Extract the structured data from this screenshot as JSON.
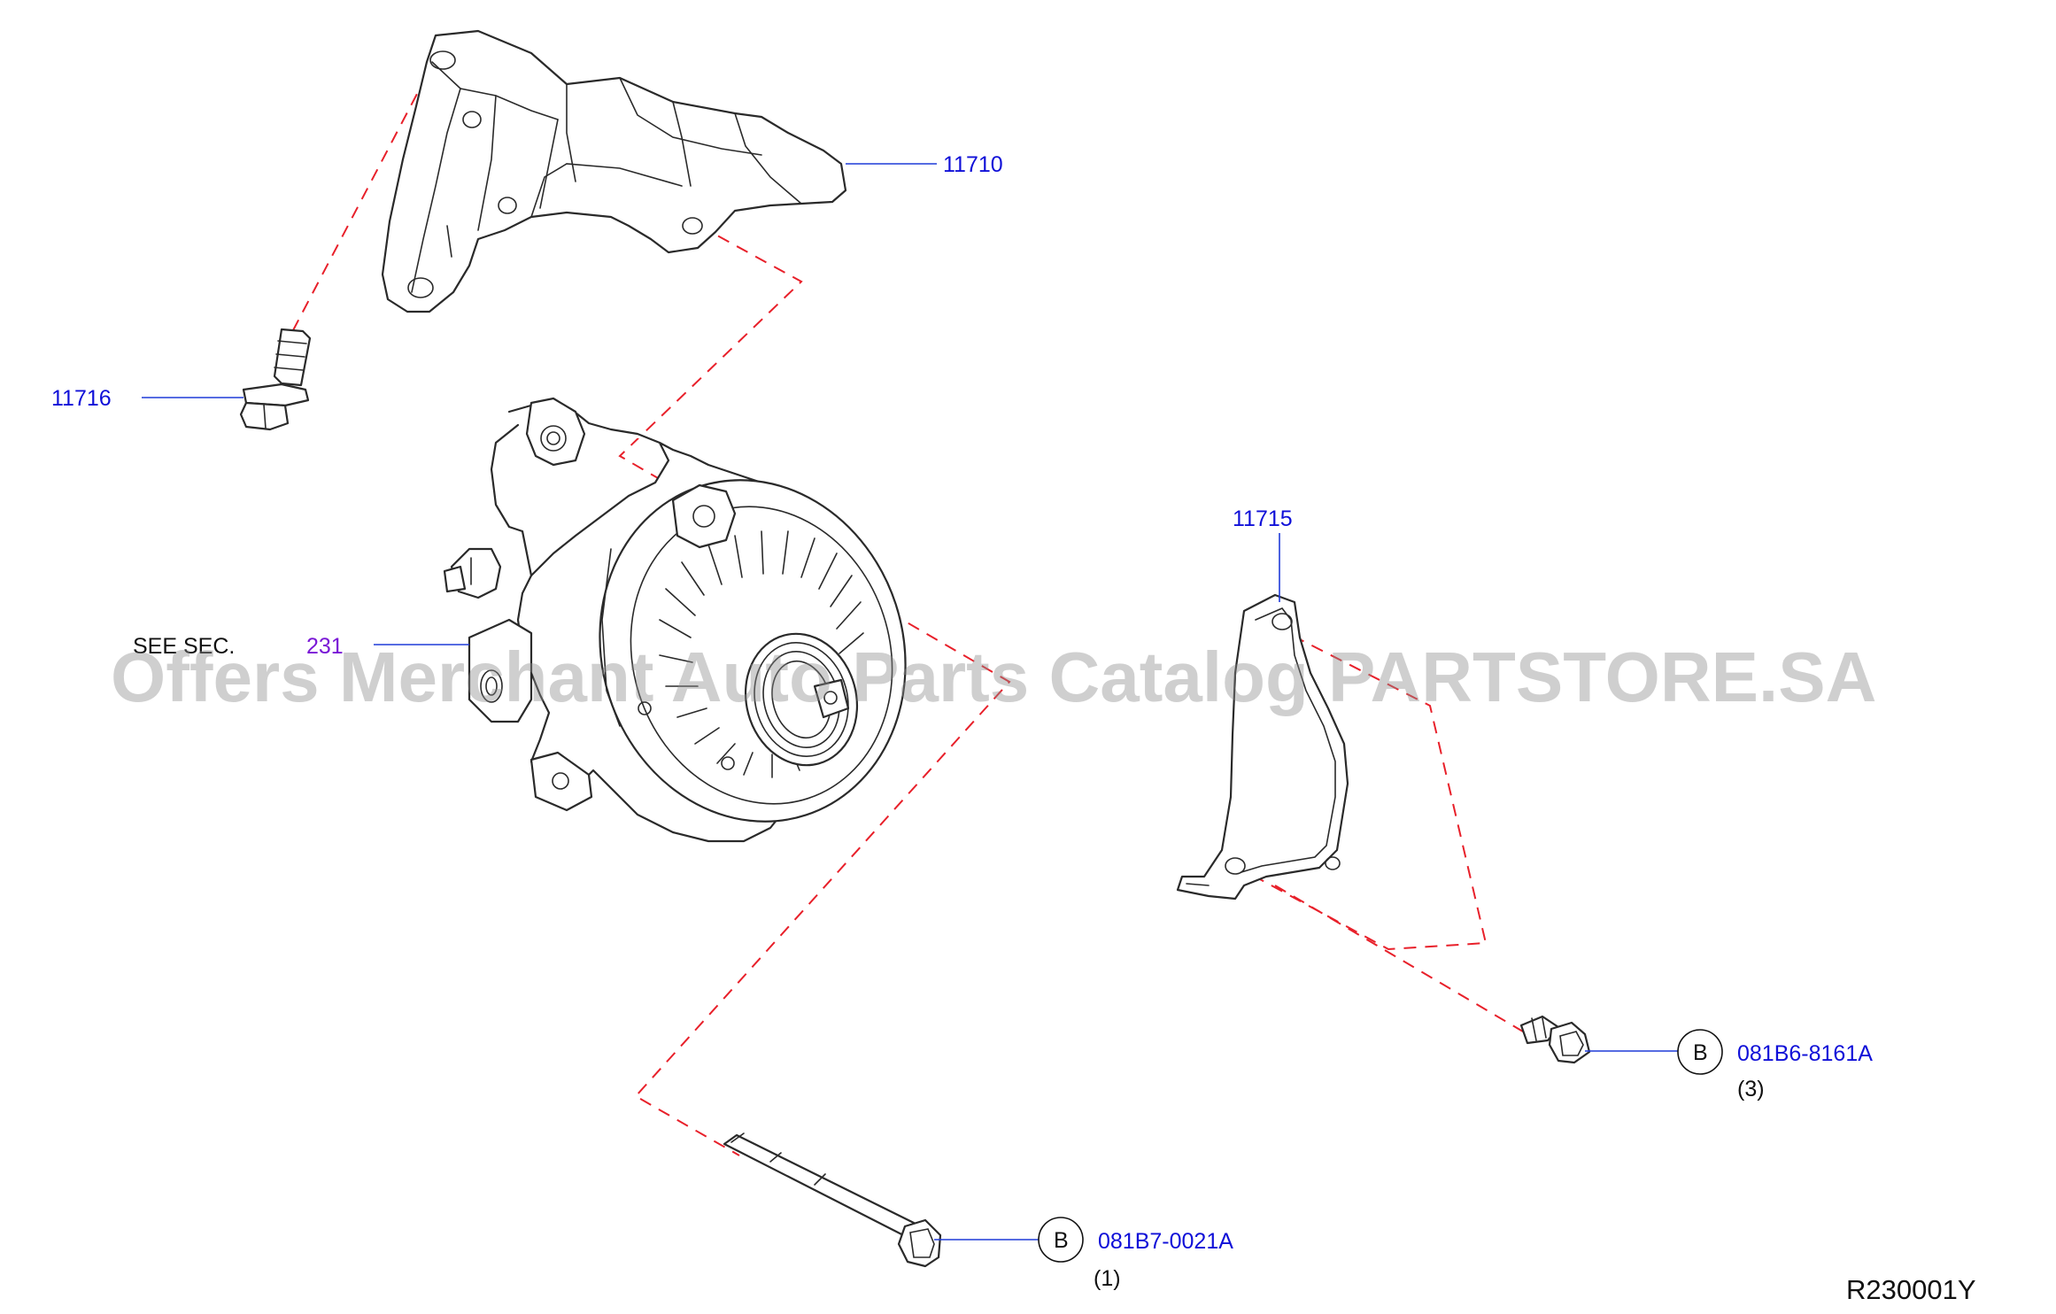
{
  "callouts": {
    "bracket": "11710",
    "bolt_top": "11716",
    "plate": "11715",
    "see_sec_text": "SEE  SEC.",
    "see_sec_num": "231",
    "bolt_right_marker": "B",
    "bolt_right_part": "081B6-8161A",
    "bolt_right_qty": "(3)",
    "bolt_long_marker": "B",
    "bolt_long_part": "081B7-0021A",
    "bolt_long_qty": "(1)"
  },
  "diagram_code": "R230001Y",
  "watermark": "Offers Merchant Auto Parts Catalog PARTSTORE.SA",
  "colors": {
    "callout_blue": "#1010d8",
    "section_purple": "#7a17d6",
    "dash_red": "#e8202a"
  }
}
